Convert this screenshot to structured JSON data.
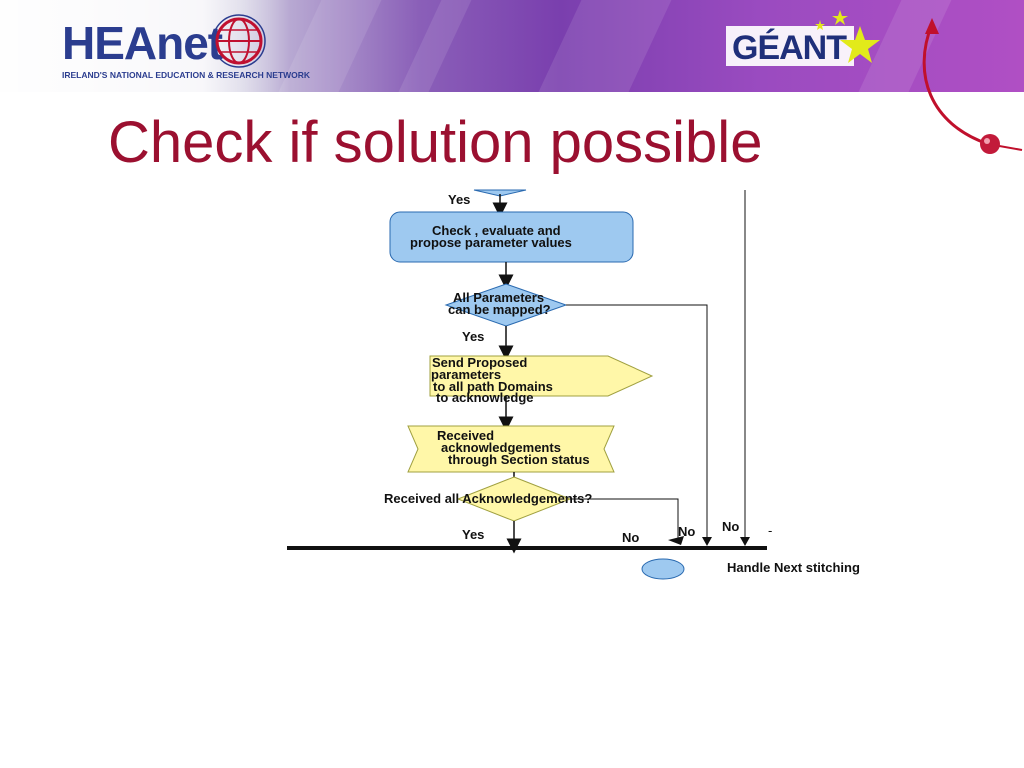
{
  "header": {
    "heanet_logo": "HEAnet",
    "heanet_tagline": "IRELAND'S NATIONAL EDUCATION & RESEARCH NETWORK",
    "geant_logo": "GÉANT"
  },
  "slide": {
    "title": "Check if solution possible"
  },
  "flowchart": {
    "top_yes": "Yes",
    "process_line1": "Check , evaluate and",
    "process_line2": "propose parameter values",
    "decision1_line1": "All Parameters",
    "decision1_line2": "can be mapped?",
    "yes_after_decision1": "Yes",
    "send_line1": "Send Proposed",
    "send_line2": "parameters",
    "send_line3": "to all path Domains",
    "send_line4": "to acknowledge",
    "receive_line1": "Received",
    "receive_line2": "acknowledgements",
    "receive_line3": "through Section status",
    "decision2": "Received all Acknowledgements?",
    "yes_bottom": "Yes",
    "no_1": "No",
    "no_2": "No",
    "no_3": "No",
    "dash": "-",
    "handle_next": "Handle Next stitching"
  },
  "colors": {
    "title": "#9b1030",
    "process_fill": "#9ec9f0",
    "decision1_fill": "#9ec9f0",
    "send_fill": "#fff7a8",
    "receive_fill": "#fff7a8",
    "decision2_fill": "#fff7a8",
    "terminal_fill": "#9ec9f0"
  }
}
